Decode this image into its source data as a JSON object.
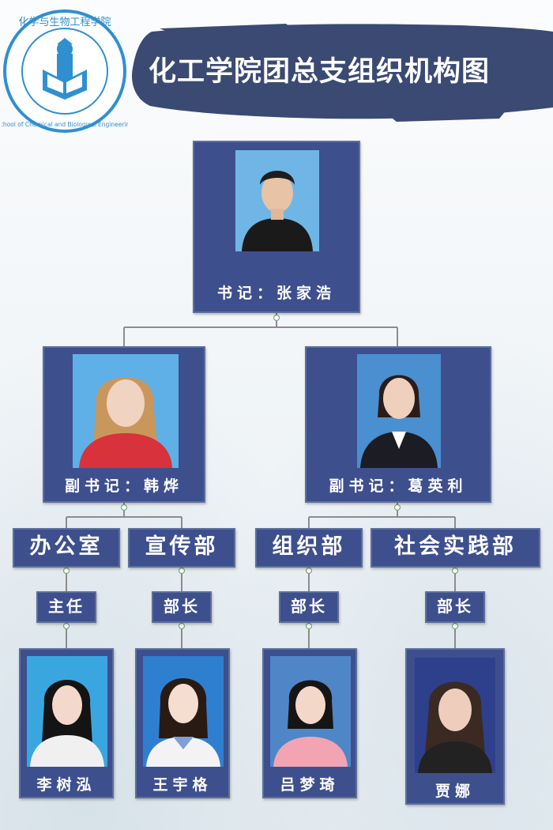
{
  "header": {
    "title": "化工学院团总支组织机构图",
    "logo_text_top": "化学与生物工程学院",
    "logo_text_bottom": "School of Chemical and Biological Engineering"
  },
  "root": {
    "caption": "书记：张家浩"
  },
  "deputies": [
    {
      "caption": "副书记：韩烨"
    },
    {
      "caption": "副书记：葛英利"
    }
  ],
  "departments": [
    {
      "name": "办公室",
      "role": "主任",
      "member": "李树泓"
    },
    {
      "name": "宣传部",
      "role": "部长",
      "member": "王宇格"
    },
    {
      "name": "组织部",
      "role": "部长",
      "member": "吕梦琦"
    },
    {
      "name": "社会实践部",
      "role": "部长",
      "member": "贾娜"
    }
  ],
  "colors": {
    "card": "#3e4f8e",
    "banner": "#3b4a73",
    "connector": "#8c8c8c",
    "logo": "#2f8fd0"
  }
}
